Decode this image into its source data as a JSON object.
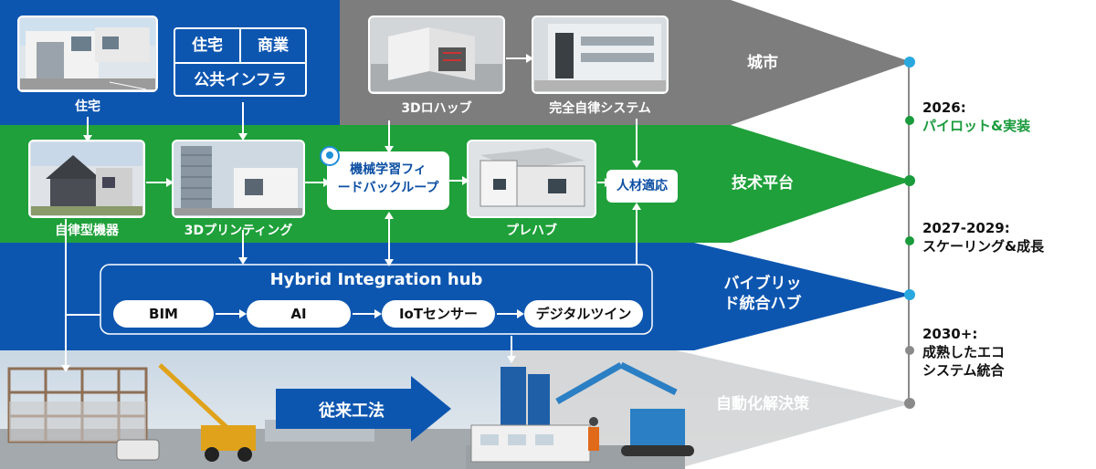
{
  "bands": {
    "city": "城市",
    "tech_platform": "技术平台",
    "hybrid_hub_line1": "バイブリッ",
    "hybrid_hub_line2": "ド統合ハブ",
    "automation": "自動化解決策"
  },
  "top_left": {
    "housing_caption": "住宅",
    "category_box": {
      "cell1": "住宅",
      "cell2": "商業",
      "cell3": "公共インフラ"
    }
  },
  "top_right": {
    "caption1": "3Dロハッブ",
    "caption2": "完全自律システム"
  },
  "tech_row": {
    "caption1": "自律型機器",
    "caption2": "3Dプリンティング",
    "ml_box_line1": "機械学習フィ",
    "ml_box_line2": "ードバックループ",
    "caption3": "プレハブ",
    "talent_box": "人材適応"
  },
  "hub": {
    "title": "Hybrid Integration hub",
    "pills": [
      "BIM",
      "AI",
      "IoTセンサー",
      "デジタルツイン"
    ]
  },
  "bottom": {
    "arrow_label": "従来工法"
  },
  "timeline": {
    "items": [
      {
        "line1": "2026:",
        "line2": "パイロット&実装",
        "color": "#1a9b3c"
      },
      {
        "line1": "2027-2029:",
        "line2": "スケーリング&成長",
        "color": "#111111"
      },
      {
        "line1": "2030+:",
        "line2": "成熟したエコ",
        "line3": "システム統合",
        "color": "#111111"
      }
    ]
  },
  "colors": {
    "blue": "#0d56b0",
    "gray": "#7d7d7d",
    "green": "#1fa03a",
    "light_gray": "#d9d9d9",
    "cyan_dot": "#29a8e0",
    "green_dot": "#1a9b3c",
    "gray_dot": "#8a8a8a"
  }
}
